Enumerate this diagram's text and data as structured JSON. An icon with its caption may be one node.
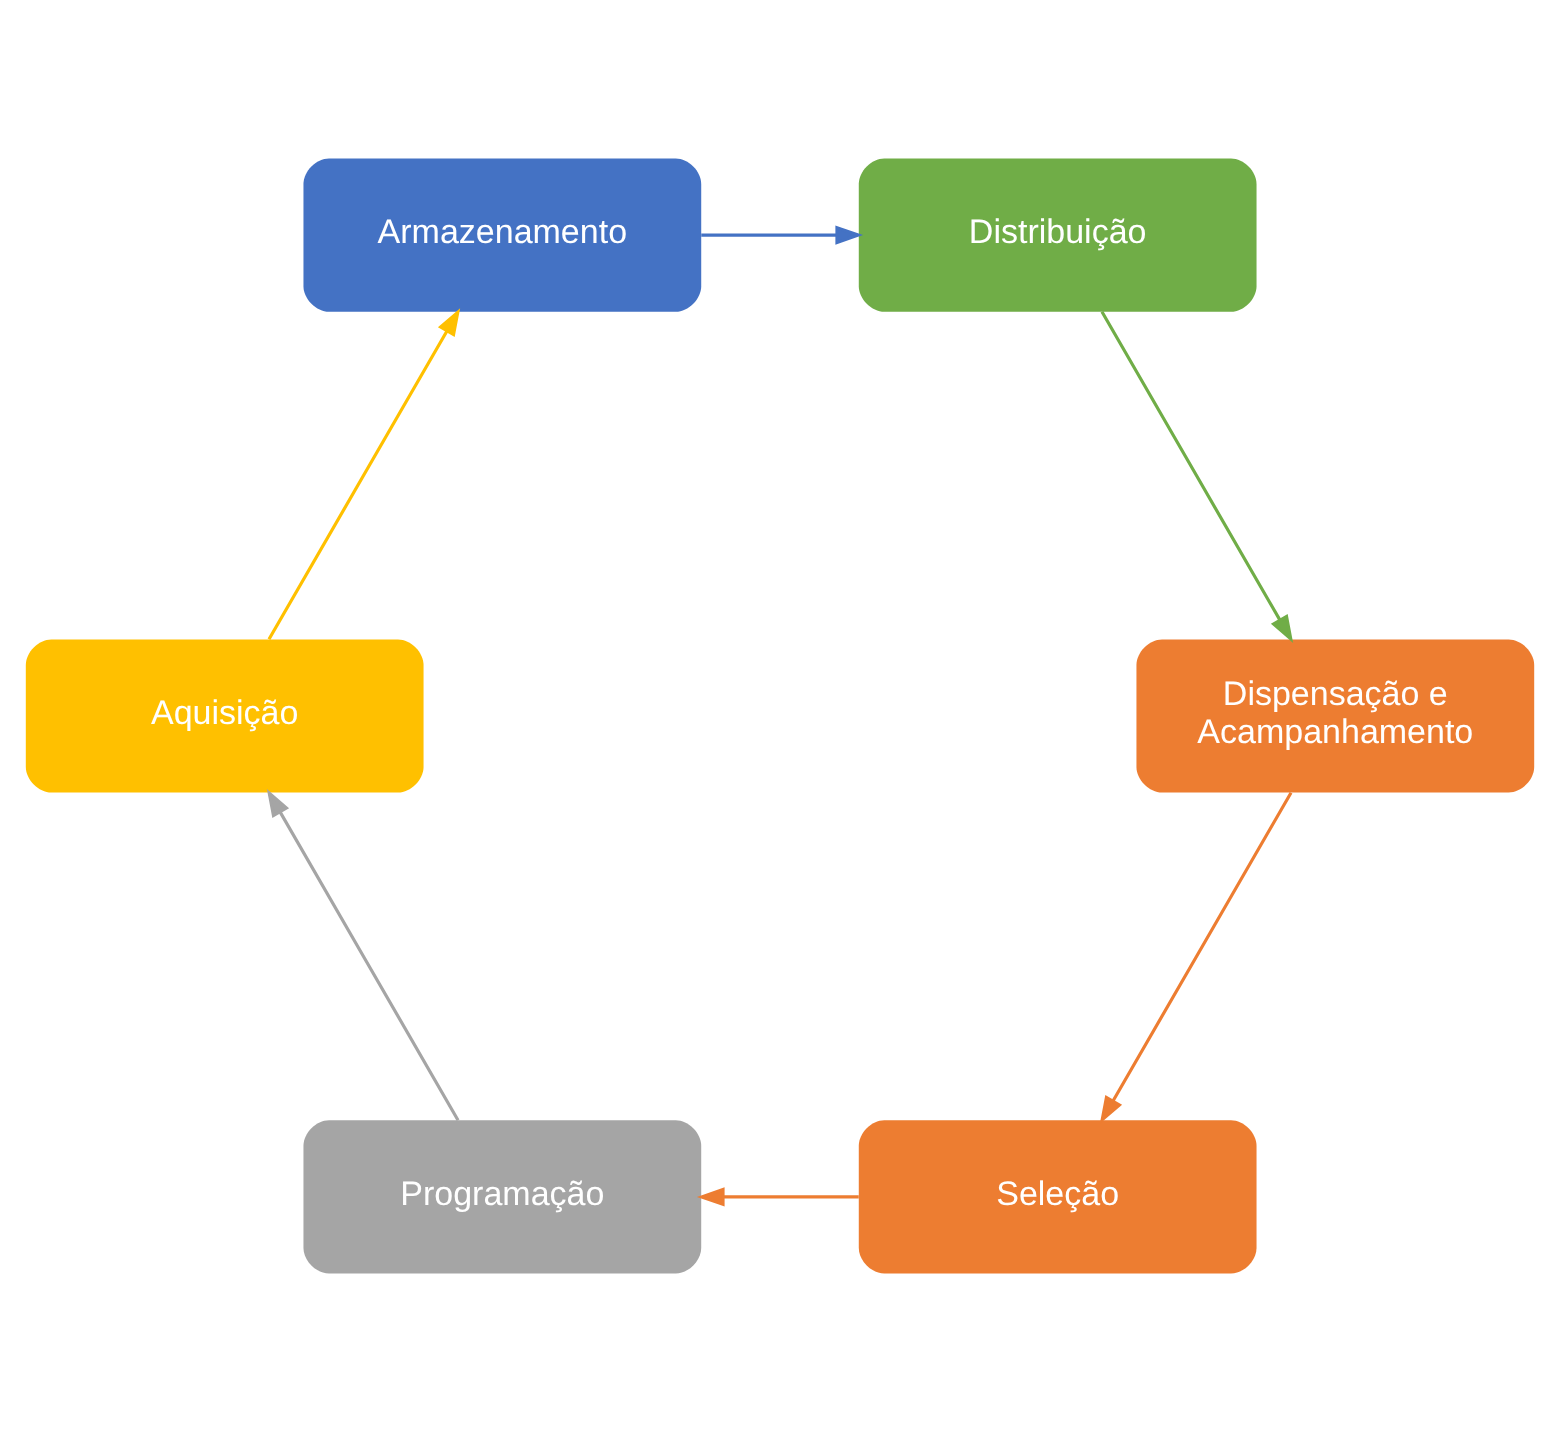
{
  "diagram": {
    "nodes": [
      {
        "text": [
          "Seleção"
        ]
      },
      {
        "text": [
          "Programação"
        ]
      },
      {
        "text": [
          "Aquisição"
        ]
      },
      {
        "text": [
          "Armazenamento"
        ]
      },
      {
        "text": [
          "Distribuição"
        ]
      },
      {
        "text": [
          "Dispensação e Acampanhamento"
        ]
      }
    ],
    "edges": [
      {
        "from": 0,
        "to": 1,
        "arrow": "to",
        "color": "#ed7d31"
      },
      {
        "from": 1,
        "to": 2,
        "arrow": "to",
        "color": "#a5a5a5"
      },
      {
        "from": 2,
        "to": 3,
        "arrow": "to",
        "color": "#ffc000"
      },
      {
        "from": 3,
        "to": 4,
        "arrow": "to",
        "color": "#4472c4"
      },
      {
        "from": 4,
        "to": 5,
        "arrow": "to",
        "color": "#70ad47"
      },
      {
        "from": 5,
        "to": 0,
        "arrow": "to",
        "color": "#ed7d31"
      }
    ]
  }
}
